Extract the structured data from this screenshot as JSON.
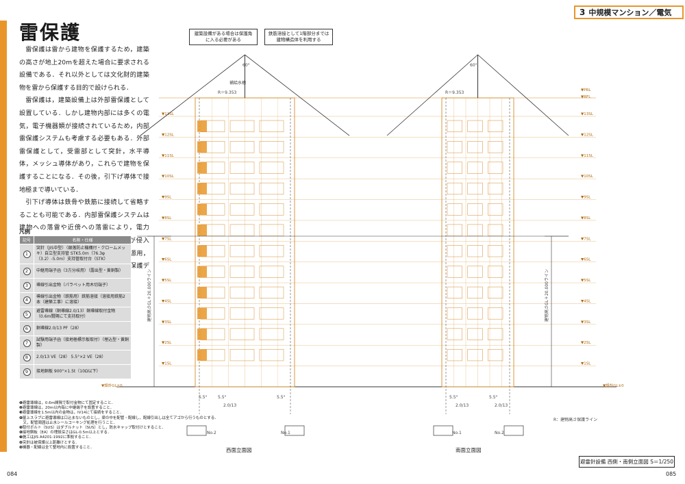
{
  "page": {
    "title": "雷保護",
    "section_number": "3",
    "section_title": "中規模マンション／電気",
    "page_left": "084",
    "page_right": "085",
    "title_block": "避雷針設備 西側・南側立面図 S＝1/250"
  },
  "body_paragraphs": [
    "雷保護は雷から建物を保護するため，建築の高さが地上20mを超えた場合に要求される設備である．それ以外としては文化財的建築物を雷から保護する目的で設けられる．",
    "雷保護は，建築設備上は外部雷保護として設置している．しかし建物内部には多くの電気，電子機器類が接続されているため，内部雷保護システムも考慮する必要もある．外部雷保護として，受雷部として突針，水平導体，メッシュ導体があり，これらで建物を保護することになる．その後，引下げ導体で接地極まで導いている．",
    "引下げ導体は鉄骨や鉄筋に接続して省略することも可能である．内部雷保護システムは建物への落雷や近傍への落雷により，電力線，通信線，接地極を通じて雷電流が侵入し，機器類を保護するシステムで，電源用，通信用，LAN用，アンテナ用雷サージ保護デバイス（S.P.D）を設置する必要がある．"
  ],
  "legend": {
    "caption": "凡例",
    "col_no": "記号",
    "col_name": "名称・仕様",
    "rows": [
      {
        "no": "1",
        "text": "突針（JIS中型）（銀落防止機構付・クロームメッキ）自立型支持管 STK5.0m（76.3φ（3.2）-5.0m）支持管取付台（STK）"
      },
      {
        "no": "2",
        "text": "中継用端子函（3方分岐用）（露出型・黄銅製）"
      },
      {
        "no": "3",
        "text": "導線引出金物（パラペット用木切端子）"
      },
      {
        "no": "4",
        "text": "導線引出金物（鉄筋用）鉄筋溶接（溶接用鉄筋2本（建築工事）に溶接）"
      },
      {
        "no": "5",
        "text": "避雷導線（銅導線2.0/13）銅導線取付金物（0.6m間隔にて支持取付）"
      },
      {
        "no": "6",
        "text": "銅導線2.0/13 PF（28）"
      },
      {
        "no": "7",
        "text": "試験用端子函（接地極標示板取付）（埋込型・黄銅製）"
      },
      {
        "no": "8",
        "text": "2.0/13 VE（28） 5.5°×2 VE（28）"
      },
      {
        "no": "9",
        "text": "接地銅板 900°×1.5t（10Ω以下）"
      }
    ]
  },
  "notes": [
    "❶避雷導線は，0.6m間隔で取付金物にて固定すること．",
    "❷避雷導線は，20m以内毎に中継端子を設置すること．",
    "❸避雷導線を1.5m以内の金物は，IV14にて接続をすること．",
    "❹屋上スラブに避雷導線は口込まないものとし，梁の中を配管・配線し，配線引出しは全てアゴから行うものとする．",
    "　又，配管周囲は止水シールコーキング処理を行うこと．",
    "❺取付ボルト（SUS）はダブルナット（SUS）とし，防水キャップ取付けとすること．",
    "❻接地銅板（EA）の埋設深さはGL-0.5m以上とする．",
    "❼施工はJIS A4201-1992に準拠すること．",
    "❽突針は被保護以上距離けとする．",
    "❾機器・配線は全て整地内に設置すること．"
  ],
  "drawing": {
    "callout_left": "建築設備がある場合は保護角に入る必要がある",
    "callout_right": "鉄筋溶接として1階部分までは建物構造体を利用する",
    "west_title": "西面立面図",
    "south_title": "南面立面図",
    "radius_label": "R＝9.353",
    "angle_label": "60°",
    "height_label": "建物高さGL＋20.000ライン",
    "protection_label": "R：建物高さ保護ライン",
    "ground_label": "▼設計GL±0",
    "roof_label": "▼RFL",
    "top_label": "▼PRL",
    "mast_label": "補給水槽",
    "wire_label": "5.5°",
    "wire_label2": "2.0/13",
    "pit_left": "No.2",
    "pit_right": "No.1",
    "floors": [
      "▼13SL",
      "▼12SL",
      "▼11SL",
      "▼10SL",
      "▼9SL",
      "▼8SL",
      "▼7SL",
      "▼6SL",
      "▼5SL",
      "▼4SL",
      "▼3SL",
      "▼2SL",
      "▼1SL"
    ]
  },
  "colors": {
    "accent": "#e8962a",
    "drawing_orange": "#d48a2a",
    "legend_bg": "#dcdcdc",
    "legend_head": "#8a8a8a"
  }
}
